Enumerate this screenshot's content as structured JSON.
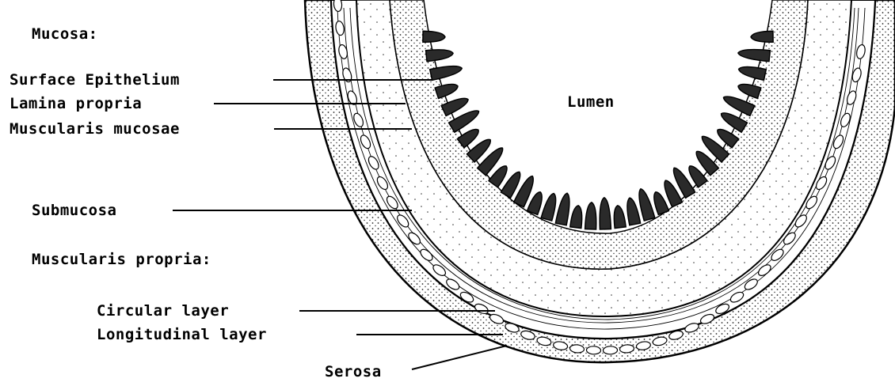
{
  "labels": {
    "mucosa_header": "Mucosa:",
    "surface_epithelium": "Surface Epithelium",
    "lamina_propria": "Lamina propria",
    "muscularis_mucosae": "Muscularis mucosae",
    "submucosa": "Submucosa",
    "muscularis_propria_header": "Muscularis propria:",
    "circular_layer": "Circular layer",
    "longitudinal_layer": "Longitudinal layer",
    "serosa": "Serosa",
    "lumen": "Lumen"
  },
  "colors": {
    "ink": "#000000",
    "paper": "#ffffff",
    "stipple": "#222222"
  }
}
